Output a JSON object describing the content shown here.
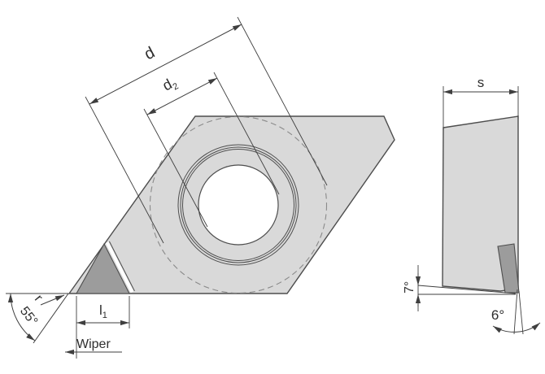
{
  "drawing_title": "55-degree rhombic cutting insert with wiper geometry, two-view engineering drawing",
  "views": {
    "top_view": {
      "dimensions": {
        "d": "d",
        "d2": {
          "base": "d",
          "sub": "2"
        },
        "l1": {
          "base": "l",
          "sub": "1"
        },
        "corner_angle": "55°",
        "corner_radius": "r",
        "wiper_label": "Wiper"
      }
    },
    "side_view": {
      "dimensions": {
        "s": "s",
        "clearance_angle": "7°",
        "wiper_lean_angle": "6°"
      }
    }
  },
  "colors": {
    "background": "#ffffff",
    "body_fill": "#d9d9d9",
    "facet_fill": "#9c9c9c",
    "outline": "#4d4d4d",
    "dimension": "#3f3f3f",
    "dashed_circle": "#8a8a8a",
    "bore_fill": "#ffffff",
    "text": "#2e2e2e"
  }
}
